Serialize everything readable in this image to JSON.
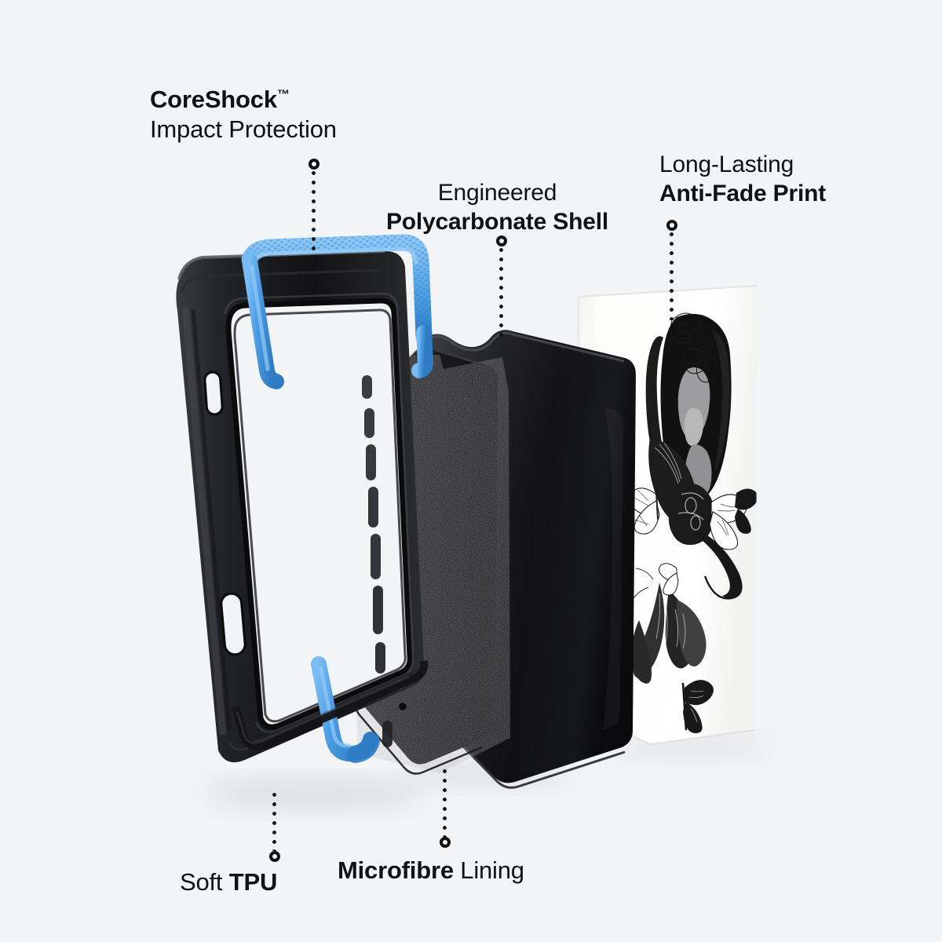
{
  "page": {
    "background_color": "#f3f4f6",
    "text_color": "#111214",
    "accent_color": "#4f9fe6",
    "subject": "exploded-view phone case product infographic"
  },
  "callouts": [
    {
      "id": "coreshock",
      "line1": "CoreShock",
      "trademark": "™",
      "line2": "Impact Protection",
      "line1_weight": "bold",
      "line2_weight": "regular",
      "position": "top-left"
    },
    {
      "id": "polycarbonate",
      "line1": "Engineered",
      "line2": "Polycarbonate Shell",
      "line1_weight": "regular",
      "line2_weight": "bold",
      "position": "top-center"
    },
    {
      "id": "antifade",
      "line1": "Long-Lasting",
      "line2": "Anti-Fade Print",
      "line1_weight": "regular",
      "line2_weight": "bold",
      "position": "top-right"
    },
    {
      "id": "tpu",
      "prefix": "Soft ",
      "emphasis": "TPU",
      "suffix": "",
      "position": "bottom-left"
    },
    {
      "id": "microfibre",
      "prefix": "",
      "emphasis": "Microfibre",
      "suffix": " Lining",
      "position": "bottom-center"
    }
  ],
  "layers": {
    "bumper": {
      "name": "Soft TPU bumper frame",
      "color": "#1b1c1e",
      "accent_rail_color": "#4f9fe6"
    },
    "lining": {
      "name": "Microfibre lining",
      "color": "#201f21",
      "texture": "granular"
    },
    "shell": {
      "name": "Polycarbonate shell",
      "color": "#17171a"
    },
    "print": {
      "name": "Anti-fade printed panel",
      "color": "#ffffff",
      "artwork": "black-and-white surreal illustration of a figure with flowing hair, butterflies and botanical forms"
    }
  }
}
